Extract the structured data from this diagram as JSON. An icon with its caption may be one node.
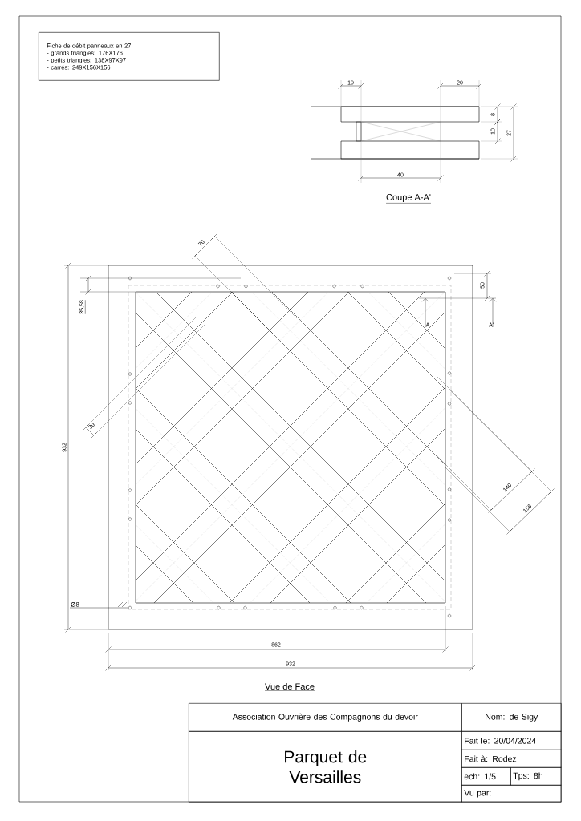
{
  "diagram": {
    "nodes": [
      {
        "text": [
          "Fiche de débit  panneaux en 27",
          "- grands triangles: 176X176",
          "- petits triangles: 138X97X97",
          "- carrés: 249X156X156"
        ]
      },
      {
        "text": [
          "Ø8"
        ]
      },
      {
        "text": [],
        "shape": "circle"
      }
    ],
    "edges": [
      {
        "from": 1,
        "to": 2,
        "arrow": "none"
      }
    ],
    "labels": [
      "10",
      "20",
      "8",
      "10",
      "27",
      "40",
      "Coupe A-A'",
      "70",
      "35,58",
      "50",
      "A",
      "A'",
      "30",
      "932",
      "140",
      "156",
      "862",
      "932",
      "Vue de Face",
      "Association Ouvrière des Compagnons du devoir",
      "Nom: de Sigy",
      "Parquet de Versailles",
      "Fait le: 20/04/2024",
      "Fait à: Rodez",
      "ech: 1/5",
      "Tps: 8h",
      "Vu par:"
    ]
  }
}
